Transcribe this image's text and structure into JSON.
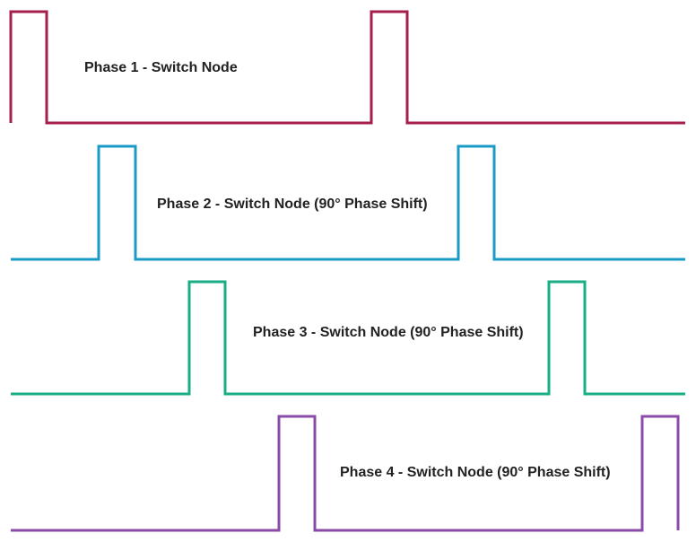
{
  "phases": [
    {
      "label": "Phase 1 - Switch Node",
      "color": "#A61E4D"
    },
    {
      "label": "Phase 2 - Switch Node (90° Phase Shift)",
      "color": "#1A9BC7"
    },
    {
      "label": "Phase 3 - Switch Node (90° Phase Shift)",
      "color": "#1AAE87"
    },
    {
      "label": "Phase 4 - Switch Node (90° Phase Shift)",
      "color": "#8A4BA8"
    }
  ]
}
